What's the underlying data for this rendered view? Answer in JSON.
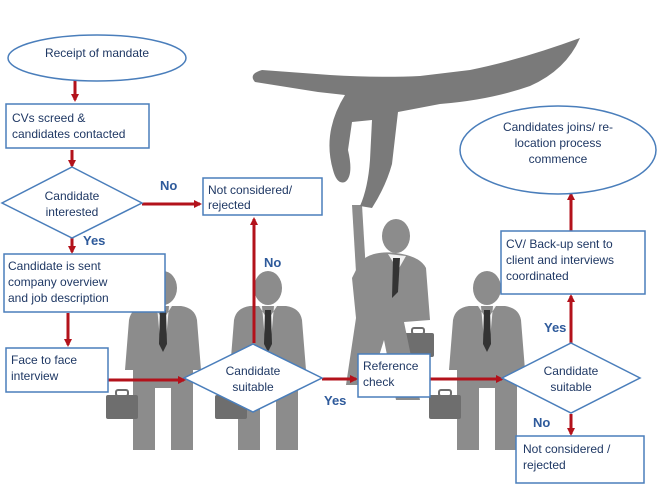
{
  "nodes": {
    "receipt": "Receipt of mandate",
    "cv_screen": [
      "CVs screed &",
      "candidates contacted"
    ],
    "interested": [
      "Candidate",
      "interested"
    ],
    "not_considered_1": [
      "Not considered/",
      "rejected"
    ],
    "company_overview": [
      "Candidate is sent",
      "company overview",
      "and job description"
    ],
    "face_interview": [
      "Face to face",
      "interview"
    ],
    "suitable_1": [
      "Candidate",
      "suitable"
    ],
    "reference": [
      "Reference",
      "check"
    ],
    "suitable_2": [
      "Candidate",
      "suitable"
    ],
    "not_considered_2": [
      "Not considered /",
      "rejected"
    ],
    "cv_backup": [
      "CV/ Back-up sent to",
      "client and interviews",
      "coordinated"
    ],
    "joins": [
      "Candidates joins/ re-",
      "location process",
      "commence"
    ]
  },
  "edge_labels": {
    "no_1": "No",
    "yes_1": "Yes",
    "no_2": "No",
    "yes_2": "Yes",
    "yes_3": "Yes",
    "no_3": "No"
  },
  "colors": {
    "node_border": "#4a7ebb",
    "text": "#1f3864",
    "arrow": "#b3121b",
    "yes_no": "#2e5a9b",
    "silhouette": "#8c8c8c",
    "silhouette_dark": "#6e6e6e",
    "shirt": "#f2f2f2",
    "tie": "#333333"
  },
  "icons": [
    "hand-icon",
    "businessman-icon",
    "briefcase-icon"
  ]
}
